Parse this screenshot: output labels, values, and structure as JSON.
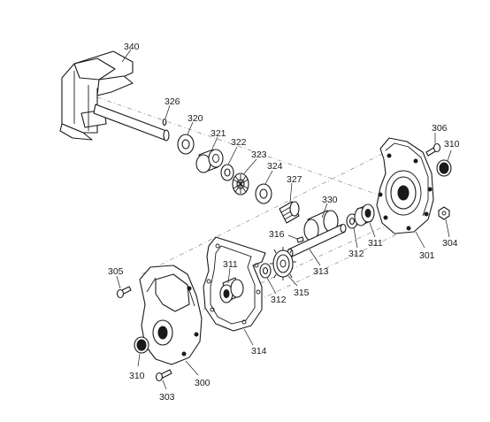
{
  "parts": [
    {
      "id": "p340",
      "number": "340"
    },
    {
      "id": "p326",
      "number": "326"
    },
    {
      "id": "p320",
      "number": "320"
    },
    {
      "id": "p321",
      "number": "321"
    },
    {
      "id": "p322",
      "number": "322"
    },
    {
      "id": "p323",
      "number": "323"
    },
    {
      "id": "p324",
      "number": "324"
    },
    {
      "id": "p327",
      "number": "327"
    },
    {
      "id": "p330",
      "number": "330"
    },
    {
      "id": "p316",
      "number": "316"
    },
    {
      "id": "p306",
      "number": "306"
    },
    {
      "id": "p310a",
      "number": "310"
    },
    {
      "id": "p312a",
      "number": "312"
    },
    {
      "id": "p311a",
      "number": "311"
    },
    {
      "id": "p301",
      "number": "301"
    },
    {
      "id": "p304",
      "number": "304"
    },
    {
      "id": "p313",
      "number": "313"
    },
    {
      "id": "p311b",
      "number": "311"
    },
    {
      "id": "p312b",
      "number": "312"
    },
    {
      "id": "p315",
      "number": "315"
    },
    {
      "id": "p305",
      "number": "305"
    },
    {
      "id": "p314",
      "number": "314"
    },
    {
      "id": "p310b",
      "number": "310"
    },
    {
      "id": "p300",
      "number": "300"
    },
    {
      "id": "p303",
      "number": "303"
    }
  ]
}
